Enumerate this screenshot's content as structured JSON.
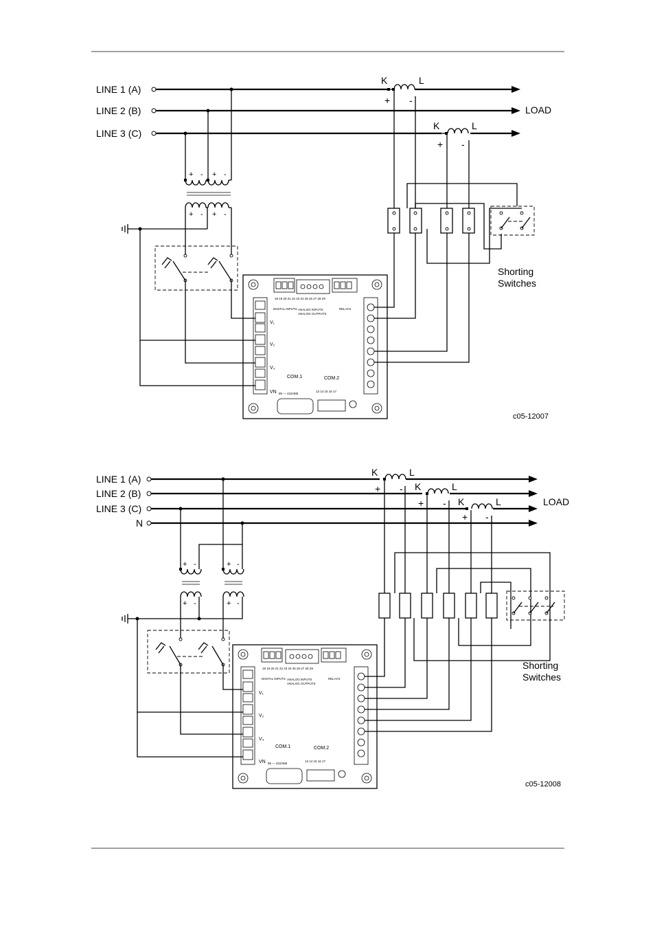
{
  "diagram1": {
    "lines": [
      "LINE 1  (A)",
      "LINE 2  (B)",
      "LINE 3  (C)"
    ],
    "load_label": "LOAD",
    "ct_k": "K",
    "ct_l": "L",
    "plus": "+",
    "minus": "-",
    "shorting_label": [
      "Shorting",
      "Switches"
    ],
    "figure_code": "c05-12007"
  },
  "diagram2": {
    "lines": [
      "LINE 1  (A)",
      "LINE 2  (B)",
      "LINE 3  (C)",
      "N"
    ],
    "load_label": "LOAD",
    "ct_k": "K",
    "ct_l": "L",
    "plus": "+",
    "minus": "-",
    "shorting_label": [
      "Shorting",
      "Switches"
    ],
    "figure_code": "c05-12008"
  },
  "device": {
    "top_terminals": "18 19 20  21 22 23 24 25  26 27 28 29",
    "digital_inputs": "DIGITAL INPUTS",
    "analog_inputs": "ANALOG INPUTS",
    "analog_outputs": "ANALOG OUTPUTS",
    "relays": "RELAYS",
    "com1": "COM.1",
    "com2": "COM.2",
    "com1_pins": "85 — 422/485",
    "com2_pins": "13 14 15 16 17",
    "v1": "V₁",
    "v2": "V₂",
    "v3": "V₃",
    "vn": "VN"
  }
}
